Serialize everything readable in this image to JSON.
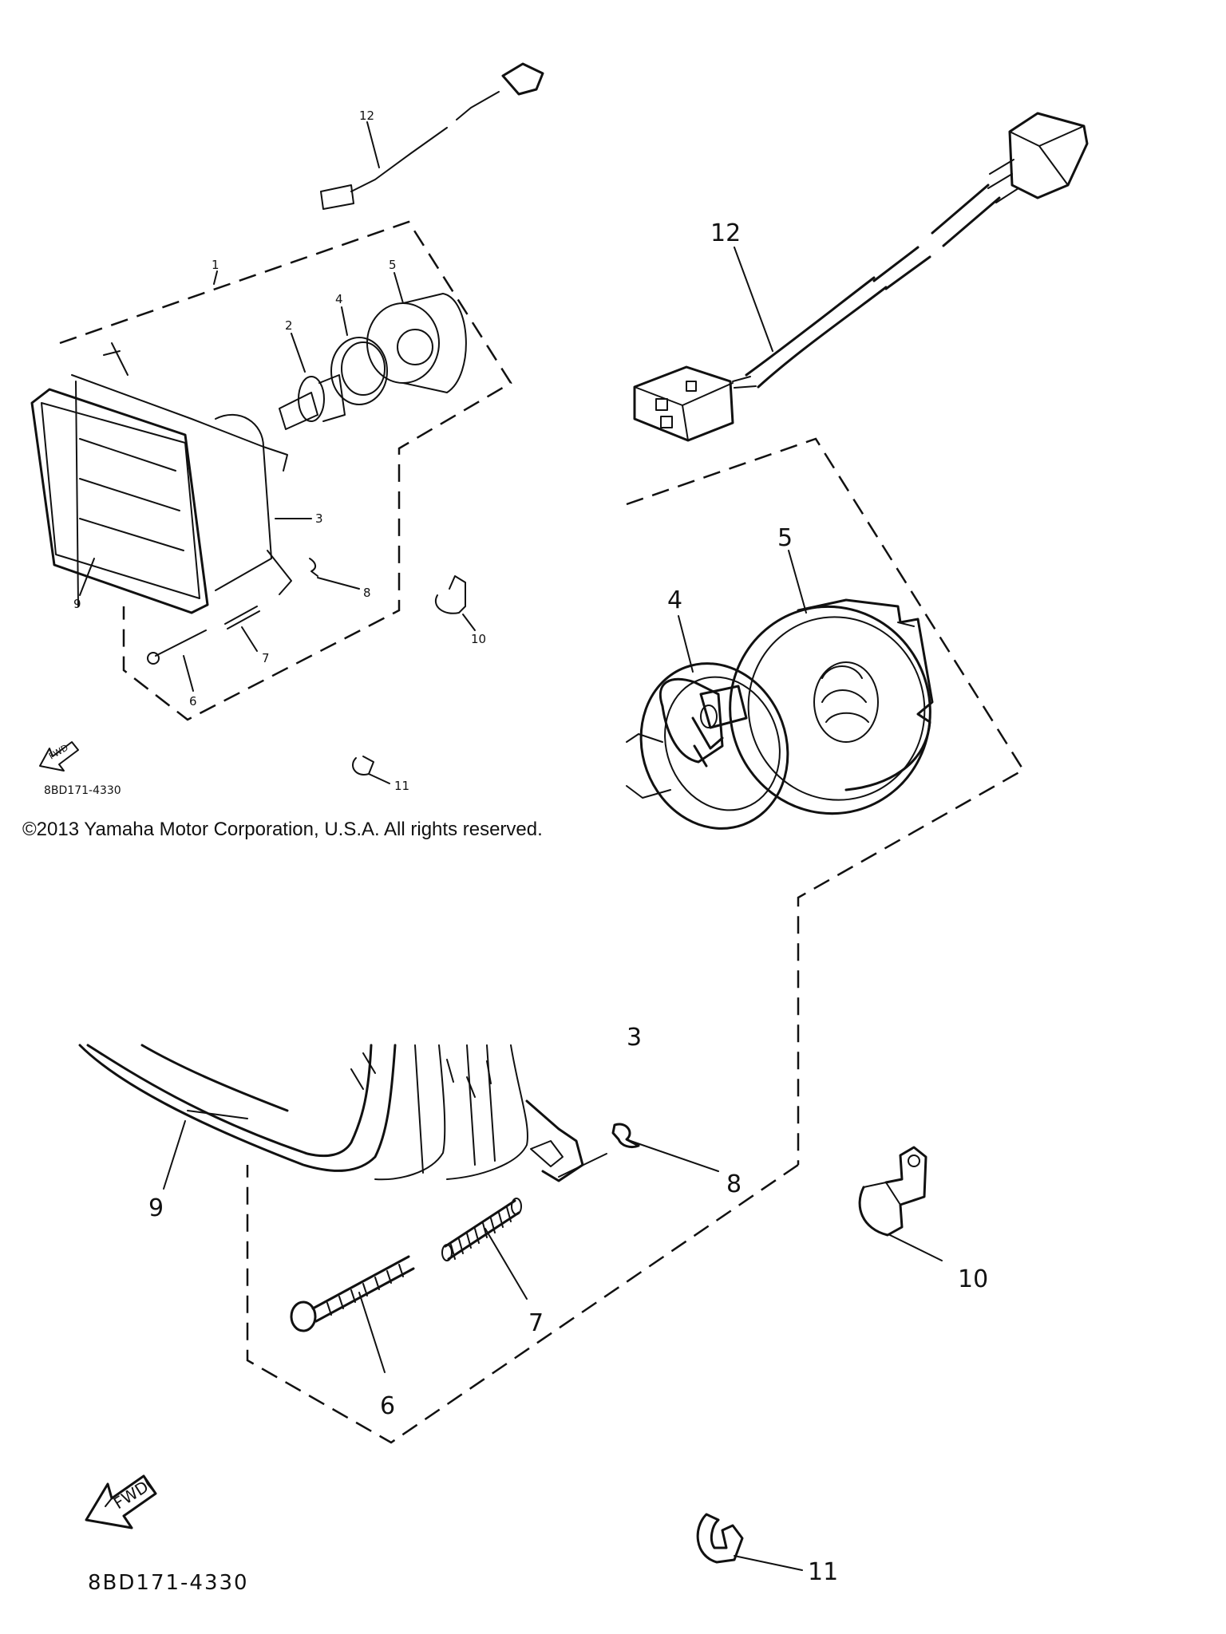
{
  "copyright": "©2013 Yamaha Motor Corporation, U.S.A. All rights reserved.",
  "diagram_code": "8BD171-4330",
  "fwd_label": "FWD",
  "callouts_small": [
    "1",
    "2",
    "3",
    "4",
    "5",
    "6",
    "7",
    "8",
    "9",
    "10",
    "11",
    "12"
  ],
  "callouts_large": [
    "3",
    "4",
    "5",
    "6",
    "7",
    "8",
    "9",
    "10",
    "11",
    "12"
  ],
  "icons": [
    "headlight-assembly",
    "bulb",
    "bulb-holder",
    "socket-cover",
    "wire-harness",
    "adjusting-screw",
    "spring",
    "clip",
    "cable-clamp",
    "fwd-arrow"
  ]
}
